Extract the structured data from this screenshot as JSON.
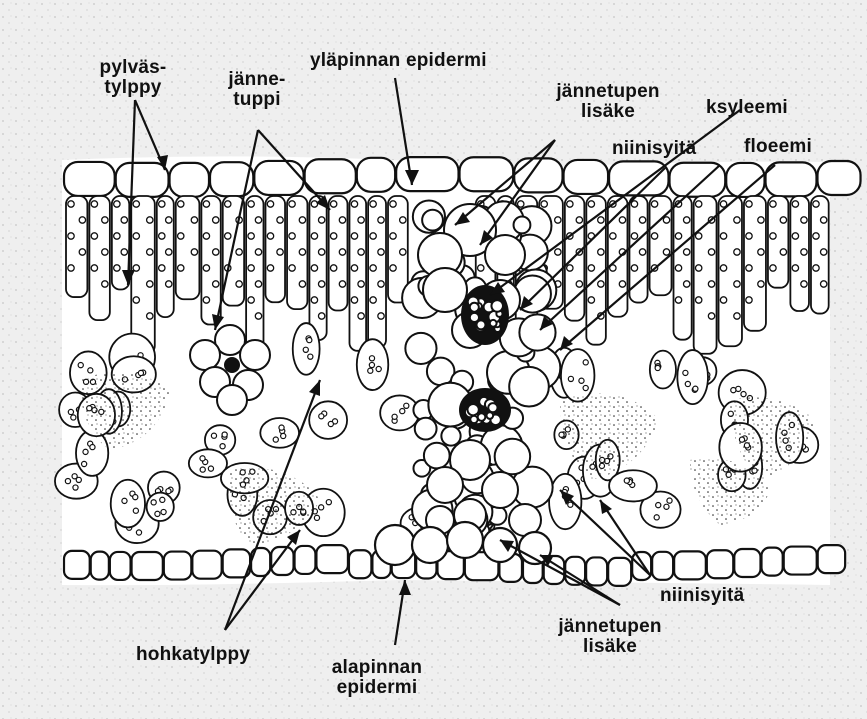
{
  "labels": {
    "palisade_line1": "pylväs-",
    "palisade_line2": "tylppy",
    "sheath_line1": "jänne-",
    "sheath_line2": "tuppi",
    "upper_epidermis": "yläpinnan epidermi",
    "sheath_ext_top_line1": "jännetupen",
    "sheath_ext_top_line2": "lisäke",
    "xylem": "ksyleemi",
    "fibers_top": "niinisyitä",
    "phloem": "floeemi",
    "fibers_bottom": "niinisyitä",
    "sheath_ext_bottom_line1": "jännetupen",
    "sheath_ext_bottom_line2": "lisäke",
    "spongy": "hohkatylppy",
    "lower_epidermis_line1": "alapinnan",
    "lower_epidermis_line2": "epidermi"
  },
  "colors": {
    "ink": "#111111",
    "cell_fill": "#ffffff",
    "background": "#efefef"
  }
}
